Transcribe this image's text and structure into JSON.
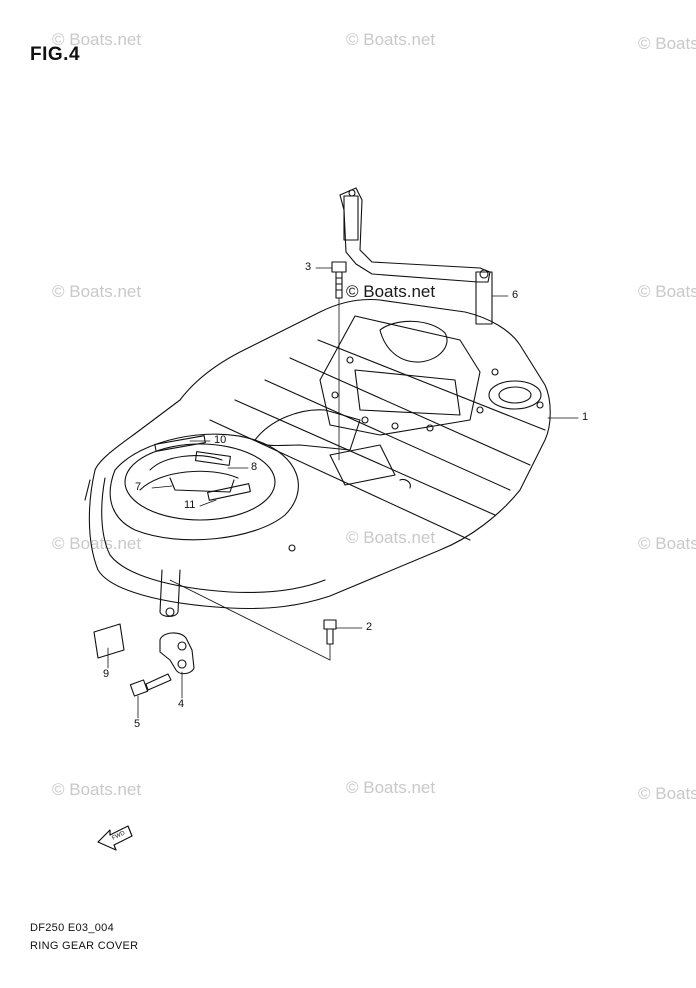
{
  "figure": {
    "title": "FIG.4"
  },
  "watermarks": [
    "© Boats.net",
    "© Boats.net",
    "© Boats",
    "© Boats.net",
    "© Boats.net",
    "© Boats",
    "© Boats.net",
    "© Boats.net",
    "© Boats",
    "© Boats.net",
    "© Boats.net",
    "© Boats"
  ],
  "center_watermark": "© Boats.net",
  "callouts": [
    "1",
    "2",
    "3",
    "4",
    "5",
    "6",
    "7",
    "8",
    "9",
    "10",
    "11"
  ],
  "footer": {
    "code": "DF250 E03_004",
    "caption": "RING GEAR COVER"
  },
  "fwd_label": "FWD",
  "colors": {
    "line": "#111111",
    "watermark": "#c9c9c9",
    "background": "#ffffff"
  }
}
